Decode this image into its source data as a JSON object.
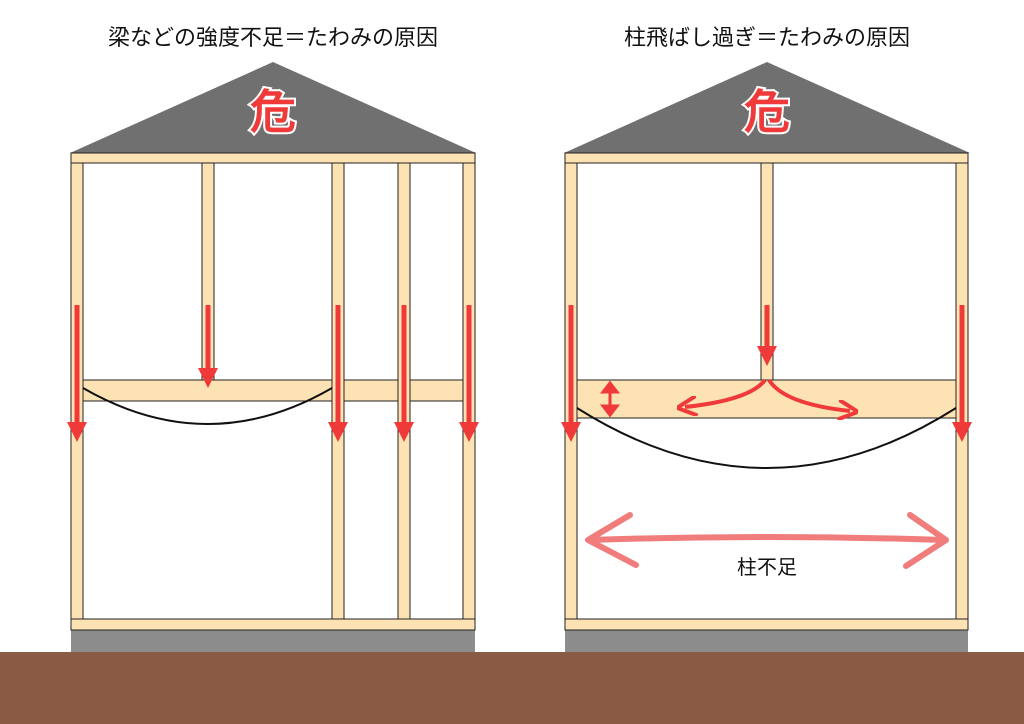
{
  "left_panel": {
    "title": "梁などの強度不足＝たわみの原因",
    "roof_mark": "危"
  },
  "right_panel": {
    "title": "柱飛ばし過ぎ＝たわみの原因",
    "roof_mark": "危",
    "span_label": "柱不足"
  },
  "colors": {
    "arrow": "#f03a3a",
    "span_arrow": "#f07c7c",
    "roof": "#707070",
    "wood": "#fde3b4",
    "ground": "#8b5a44",
    "foundation": "#8c8c8c"
  }
}
